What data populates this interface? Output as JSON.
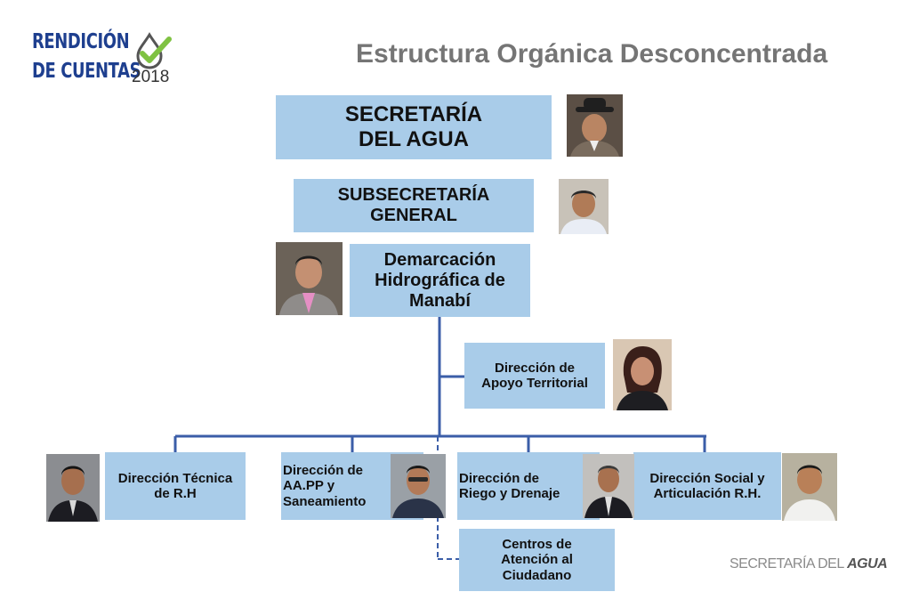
{
  "logo": {
    "line1": "RENDICIÓN",
    "line2": "DE CUENTAS",
    "year": "2018"
  },
  "title": "Estructura Orgánica Desconcentrada",
  "nodes": {
    "secretaria": "SECRETARÍA\nDEL AGUA",
    "subsecretaria": "SUBSECRETARÍA\nGENERAL",
    "demarcacion": "Demarcación\nHidrográfica de\nManabí",
    "apoyo": "Dirección de\nApoyo Territorial",
    "tecnica": "Dirección Técnica\nde R.H",
    "aapp": "Dirección de\nAA.PP y\nSaneamiento",
    "riego": "Dirección de\nRiego y Drenaje",
    "social": "Dirección Social y\nArticulación R.H.",
    "centros": "Centros de\nAtención al\nCiudadano"
  },
  "footer": {
    "brand_light": "SECRETARÍA DEL",
    "brand_bold": "AGUA"
  },
  "colors": {
    "box_fill": "#a9cce9",
    "connector": "#3b5ea8",
    "logo_blue": "#1e3f8f",
    "check_green": "#7fc242",
    "title_gray": "#757575"
  }
}
